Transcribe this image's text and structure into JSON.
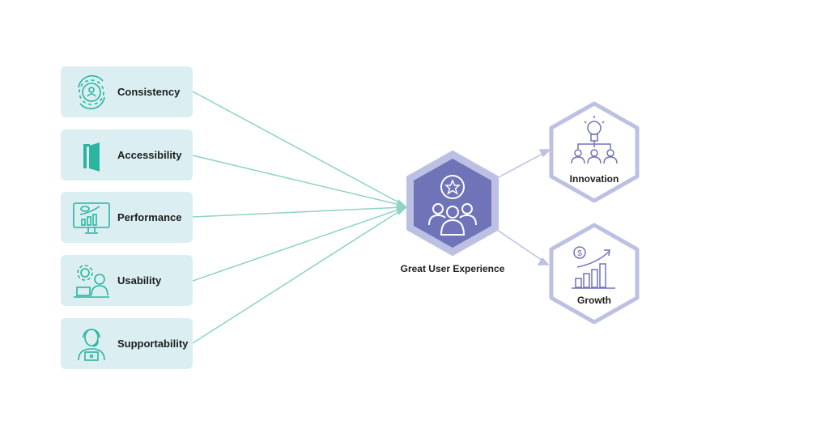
{
  "factors": [
    {
      "label": "Consistency",
      "icon": "gear-cycle-user-icon"
    },
    {
      "label": "Accessibility",
      "icon": "open-door-icon"
    },
    {
      "label": "Performance",
      "icon": "monitor-rocket-chart-icon"
    },
    {
      "label": "Usability",
      "icon": "person-laptop-gear-icon"
    },
    {
      "label": "Supportability",
      "icon": "support-agent-headset-icon"
    }
  ],
  "center": {
    "label": "Great User Experience",
    "icon": "team-star-icon"
  },
  "outcomes": [
    {
      "label": "Innovation",
      "icon": "lightbulb-team-icon"
    },
    {
      "label": "Growth",
      "icon": "growth-chart-dollar-icon"
    }
  ],
  "colors": {
    "teal": "#2bb5a0",
    "box_bg": "#dbeff2",
    "line_teal": "#8dd3c7",
    "purple": "#6f74b8",
    "purple_light": "#bcc0e2"
  }
}
